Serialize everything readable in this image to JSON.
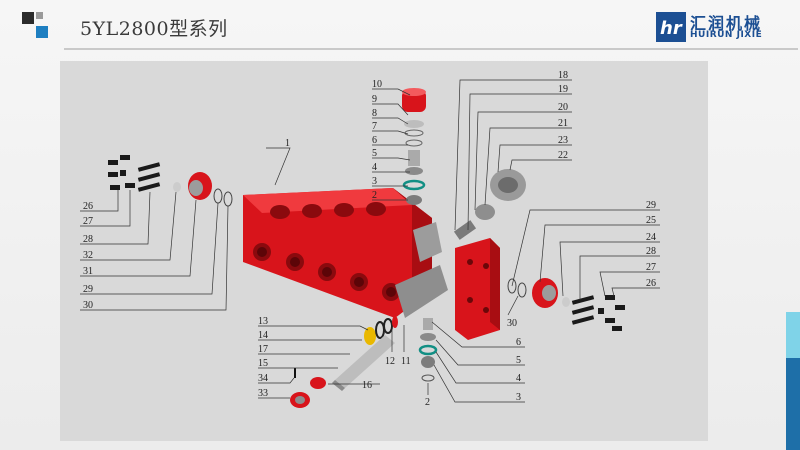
{
  "header": {
    "title": "5YL2800型系列",
    "logo_cn": "汇润机械",
    "logo_en": "HUIRUN JIXIE",
    "accent_color": "#1e7fc1",
    "dark_color": "#2b2b2b"
  },
  "diagram": {
    "part_color": "#e0161c",
    "labels": {
      "l1": "1",
      "l2a": "2",
      "l3a": "3",
      "l4a": "4",
      "l5a": "5",
      "l6a": "6",
      "l7": "7",
      "l8": "8",
      "l9": "9",
      "l10": "10",
      "l18": "18",
      "l19": "19",
      "l20": "20",
      "l21": "21",
      "l22": "22",
      "l23": "23",
      "l26a": "26",
      "l27a": "27",
      "l28a": "28",
      "l32": "32",
      "l31": "31",
      "l29a": "29",
      "l30a": "30",
      "l13": "13",
      "l14": "14",
      "l17": "17",
      "l15": "15",
      "l34": "34",
      "l33": "33",
      "l16": "16",
      "l12": "12",
      "l11": "11",
      "l6b": "6",
      "l5b": "5",
      "l4b": "4",
      "l3b": "3",
      "l2b": "2",
      "l30b": "30",
      "l29b": "29",
      "l25": "25",
      "l24": "24",
      "l28b": "28",
      "l27b": "27",
      "l26b": "26"
    }
  }
}
